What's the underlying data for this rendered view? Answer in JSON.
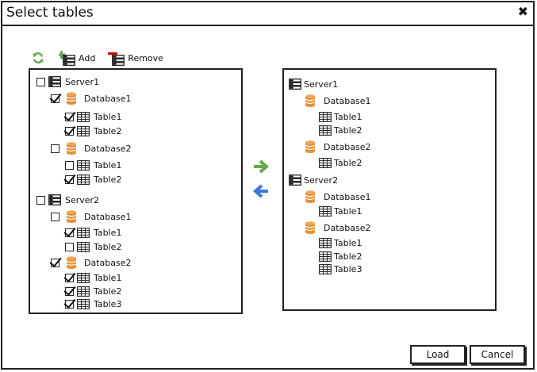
{
  "dialog": {
    "title": "Select tables"
  },
  "toolbar": {
    "add_label": "Add",
    "remove_label": "Remove"
  },
  "left_tree": {
    "server1": {
      "label": "Server1",
      "checked": false
    },
    "s1_db1": {
      "label": "Database1",
      "checked": true
    },
    "s1_db1_t1": {
      "label": "Table1",
      "checked": true
    },
    "s1_db1_t2": {
      "label": "Table2",
      "checked": true
    },
    "s1_db2": {
      "label": "Database2",
      "checked": false
    },
    "s1_db2_t1": {
      "label": "Table1",
      "checked": false
    },
    "s1_db2_t2": {
      "label": "Table2",
      "checked": true
    },
    "server2": {
      "label": "Server2",
      "checked": false
    },
    "s2_db1": {
      "label": "Database1",
      "checked": false
    },
    "s2_db1_t1": {
      "label": "Table1",
      "checked": true
    },
    "s2_db1_t2": {
      "label": "Table2",
      "checked": false
    },
    "s2_db2": {
      "label": "Database2",
      "checked": true
    },
    "s2_db2_t1": {
      "label": "Table1",
      "checked": true
    },
    "s2_db2_t2": {
      "label": "Table2",
      "checked": true
    },
    "s2_db2_t3": {
      "label": "Table3",
      "checked": true
    }
  },
  "right_tree": {
    "server1": "Server1",
    "s1_db1": "Database1",
    "s1_db1_t1": "Table1",
    "s1_db1_t2": "Table2",
    "s1_db2": "Database2",
    "s1_db2_t2": "Table2",
    "server2": "Server2",
    "s2_db1": "Database1",
    "s2_db1_t1": "Table1",
    "s2_db2": "Database2",
    "s2_db2_t1": "Table1",
    "s2_db2_t2": "Table2",
    "s2_db2_t3": "Table3"
  },
  "footer": {
    "load_label": "Load",
    "cancel_label": "Cancel"
  },
  "colors": {
    "green": "#6aa84f",
    "blue": "#3c78d8",
    "orange": "#e69138",
    "red": "#cc0000"
  },
  "icons": {
    "refresh": "refresh-icon",
    "server": "server-icon",
    "database": "database-icon",
    "table": "table-icon"
  }
}
